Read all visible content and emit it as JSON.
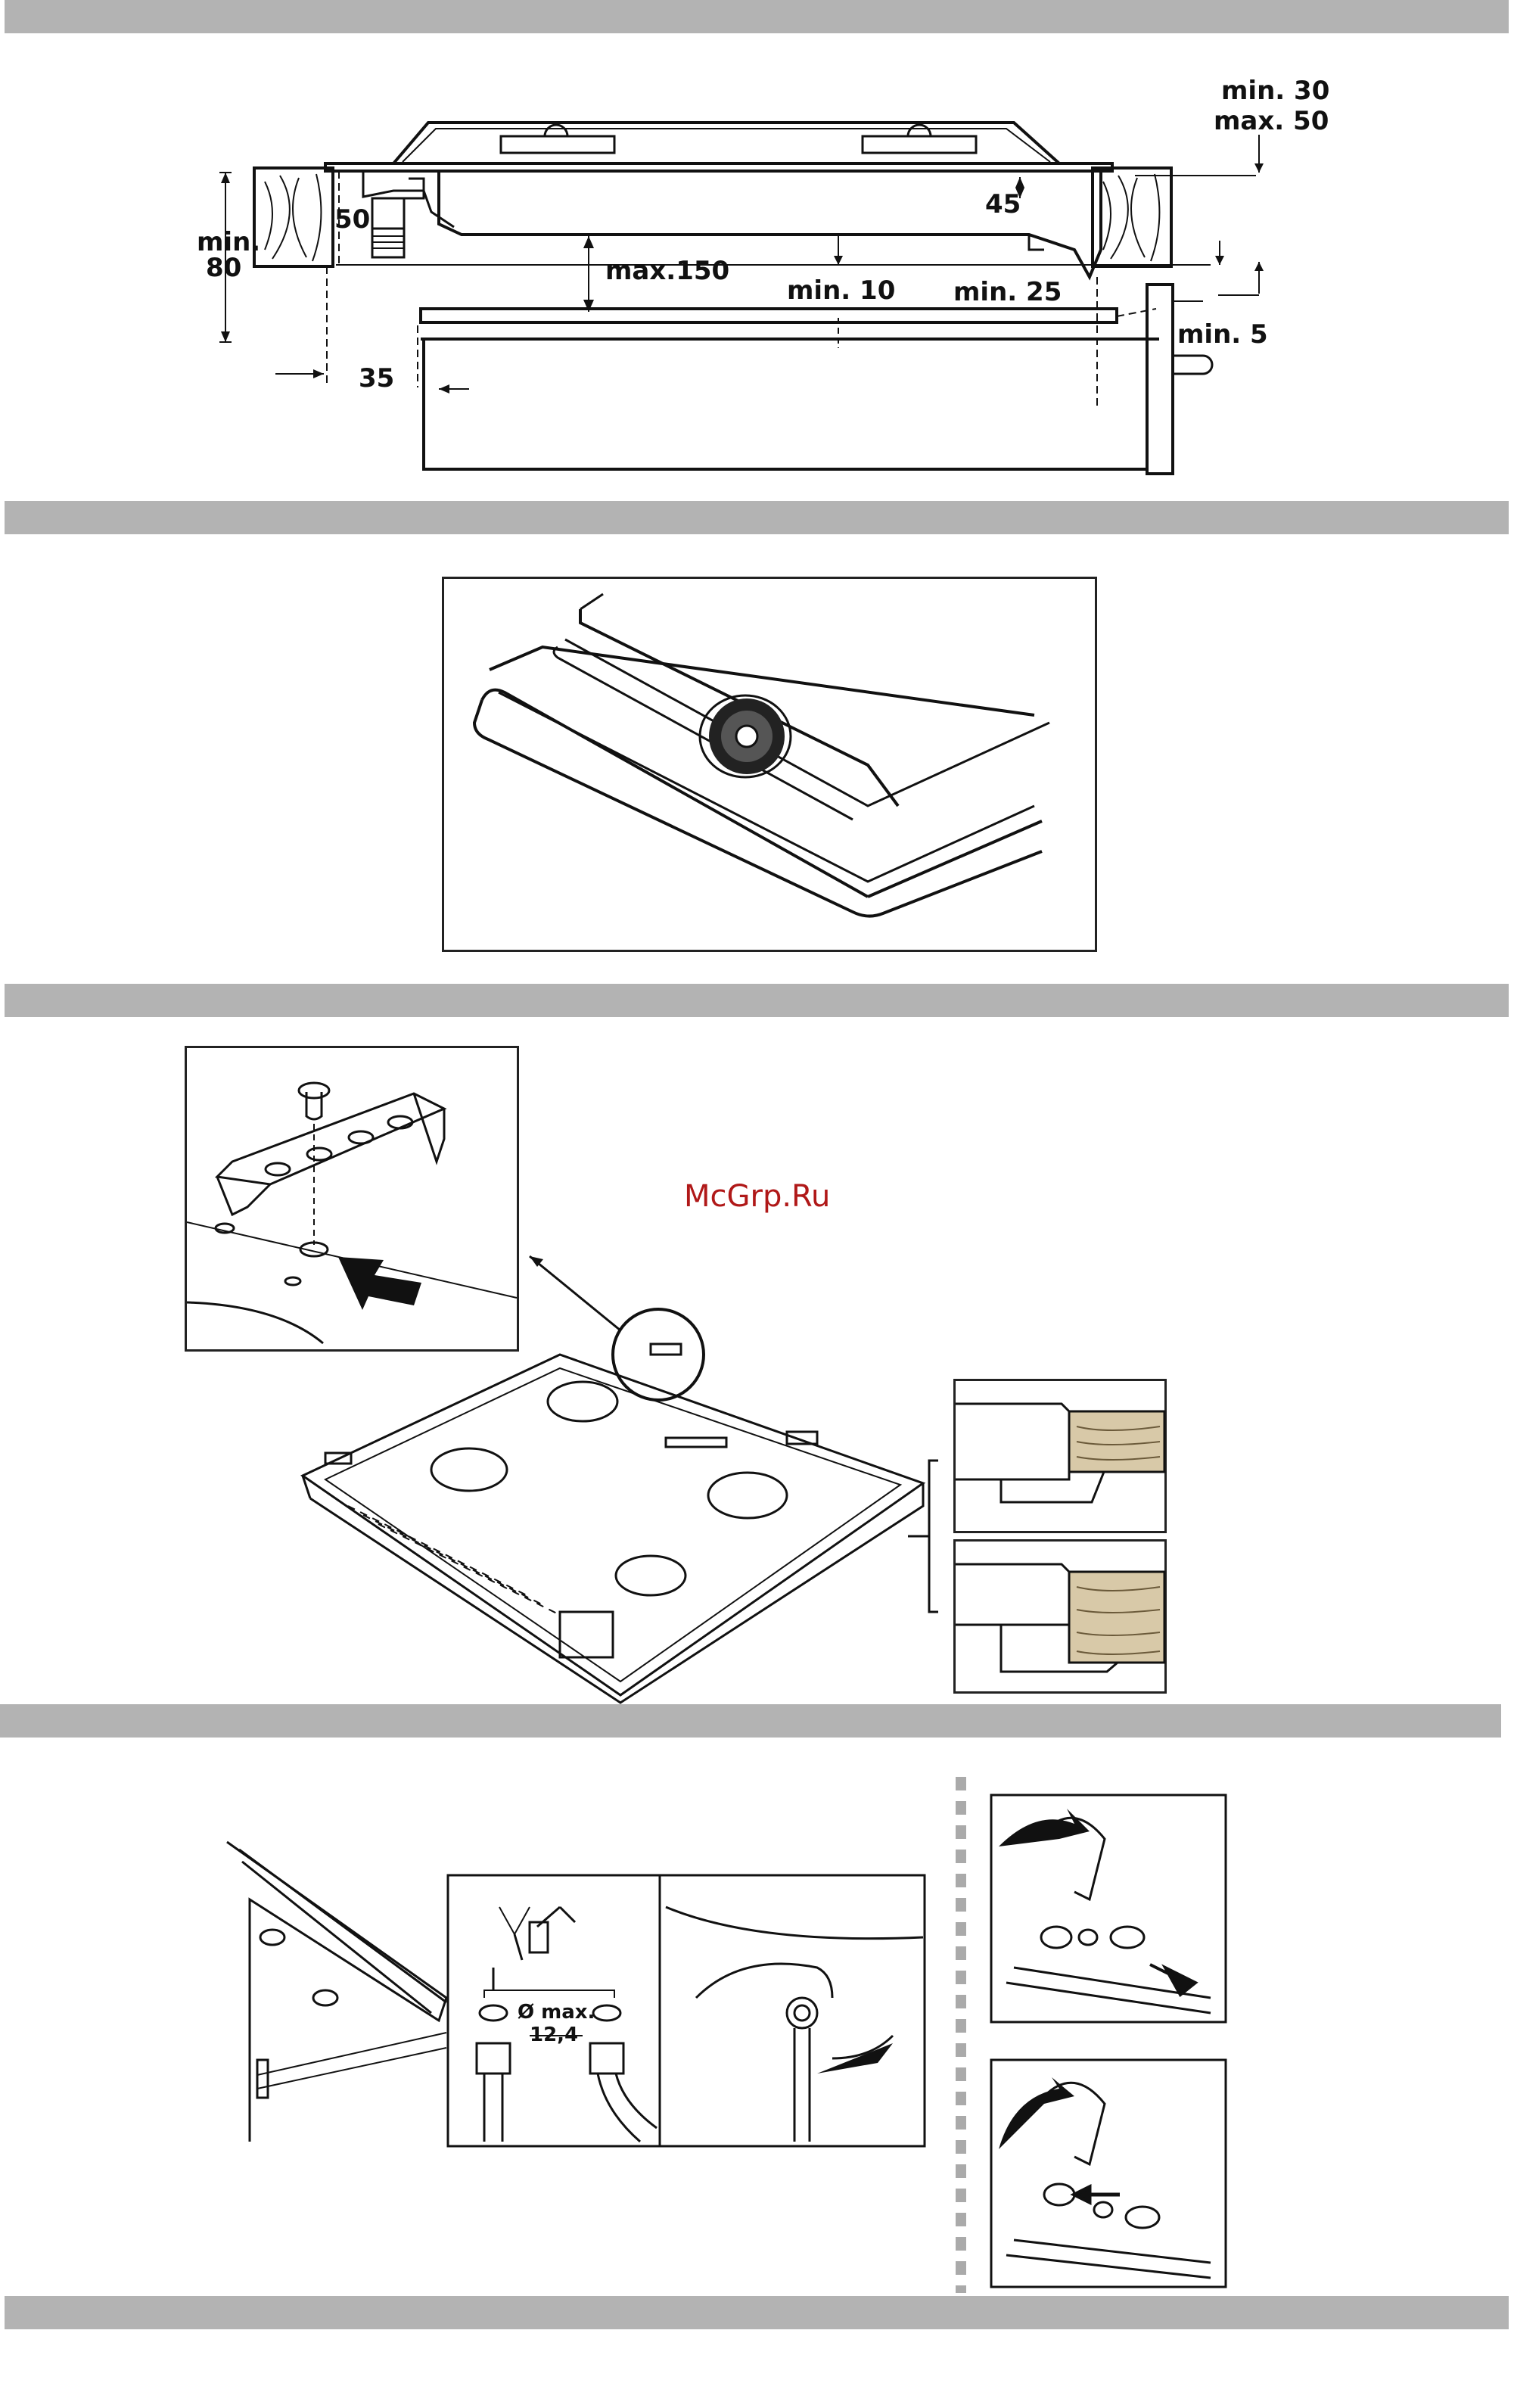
{
  "page": {
    "section_bars": 5,
    "watermark": "McGrp.Ru",
    "watermark_color": "#b01818",
    "bar_color": "#b3b3b3"
  },
  "figure1": {
    "labels": {
      "min30": "min. 30",
      "max50": "max. 50",
      "min_label": "min.",
      "eighty": "80",
      "fifty": "50",
      "fortyfive": "45",
      "max150": "max.150",
      "min10": "min. 10",
      "min25": "min. 25",
      "min5": "min. 5",
      "thirtyfive": "35"
    }
  },
  "figure4": {
    "labels": {
      "diameter": "Ø max.",
      "diameter_value": "12,4"
    }
  }
}
